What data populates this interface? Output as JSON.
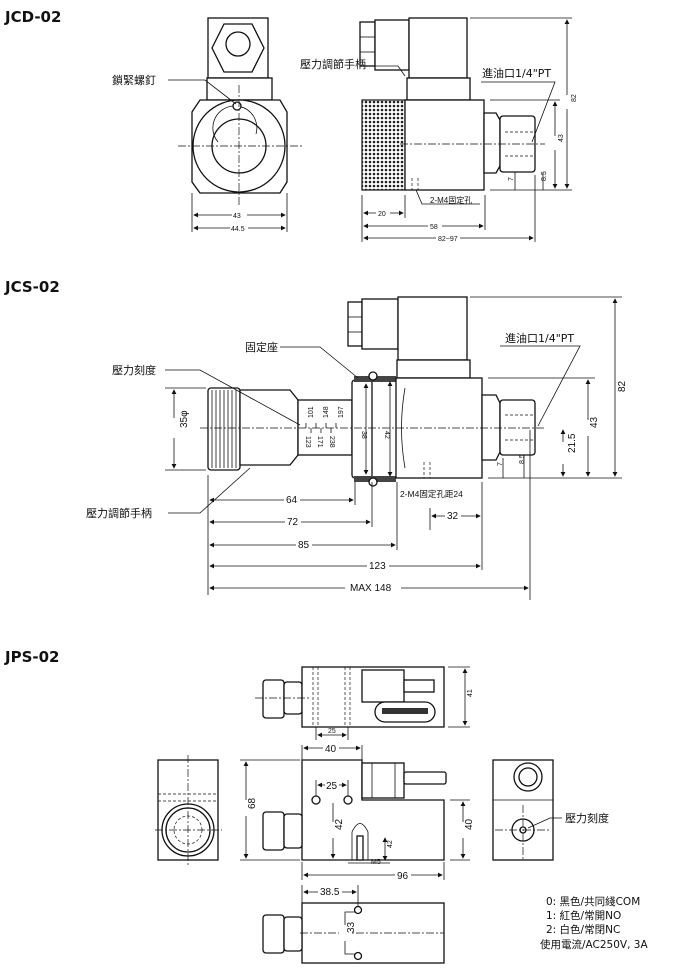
{
  "jcd": {
    "title": "JCD-02",
    "lock_screw": "鎖緊螺釘",
    "handle": "壓力調節手柄",
    "inlet": "進油口1/4\"PT",
    "mount_holes": "2-M4固定孔",
    "dims": {
      "d43w": "43",
      "d44_5": "44.5",
      "d82": "82",
      "d43h": "43",
      "d7": "7",
      "d8_5": "8.5",
      "d20": "20",
      "d58": "58",
      "d82_97": "82~97"
    }
  },
  "jcs": {
    "title": "JCS-02",
    "mount_seat": "固定座",
    "scale": "壓力刻度",
    "handle": "壓力調節手柄",
    "inlet": "進油口1/4\"PT",
    "mount_holes": "2-M4固定孔距24",
    "scale_marks": [
      "101",
      "148",
      "197",
      "123",
      "171",
      "238"
    ],
    "dims": {
      "d35": "35φ",
      "d38": "38",
      "d42": "42",
      "d82": "82",
      "d43": "43",
      "d21_5": "21.5",
      "d7": "7",
      "d8_5": "8.5",
      "d32": "32",
      "d64": "64",
      "d72": "72",
      "d85": "85",
      "d123": "123",
      "dmax": "MAX 148"
    }
  },
  "jps": {
    "title": "JPS-02",
    "scale": "壓力刻度",
    "dims": {
      "d41": "41",
      "d25a": "25",
      "d40a": "40",
      "d25b": "25",
      "d68": "68",
      "d42a": "42",
      "d42b": "42",
      "m5": "M5",
      "d40b": "40",
      "d96": "96",
      "d38_5": "38.5",
      "d33": "33"
    },
    "notes": [
      "0:  黑色/共同綫COM",
      "1:  紅色/常開NO",
      "2:  白色/常閉NC",
      "使用電流/AC250V, 3A"
    ]
  }
}
